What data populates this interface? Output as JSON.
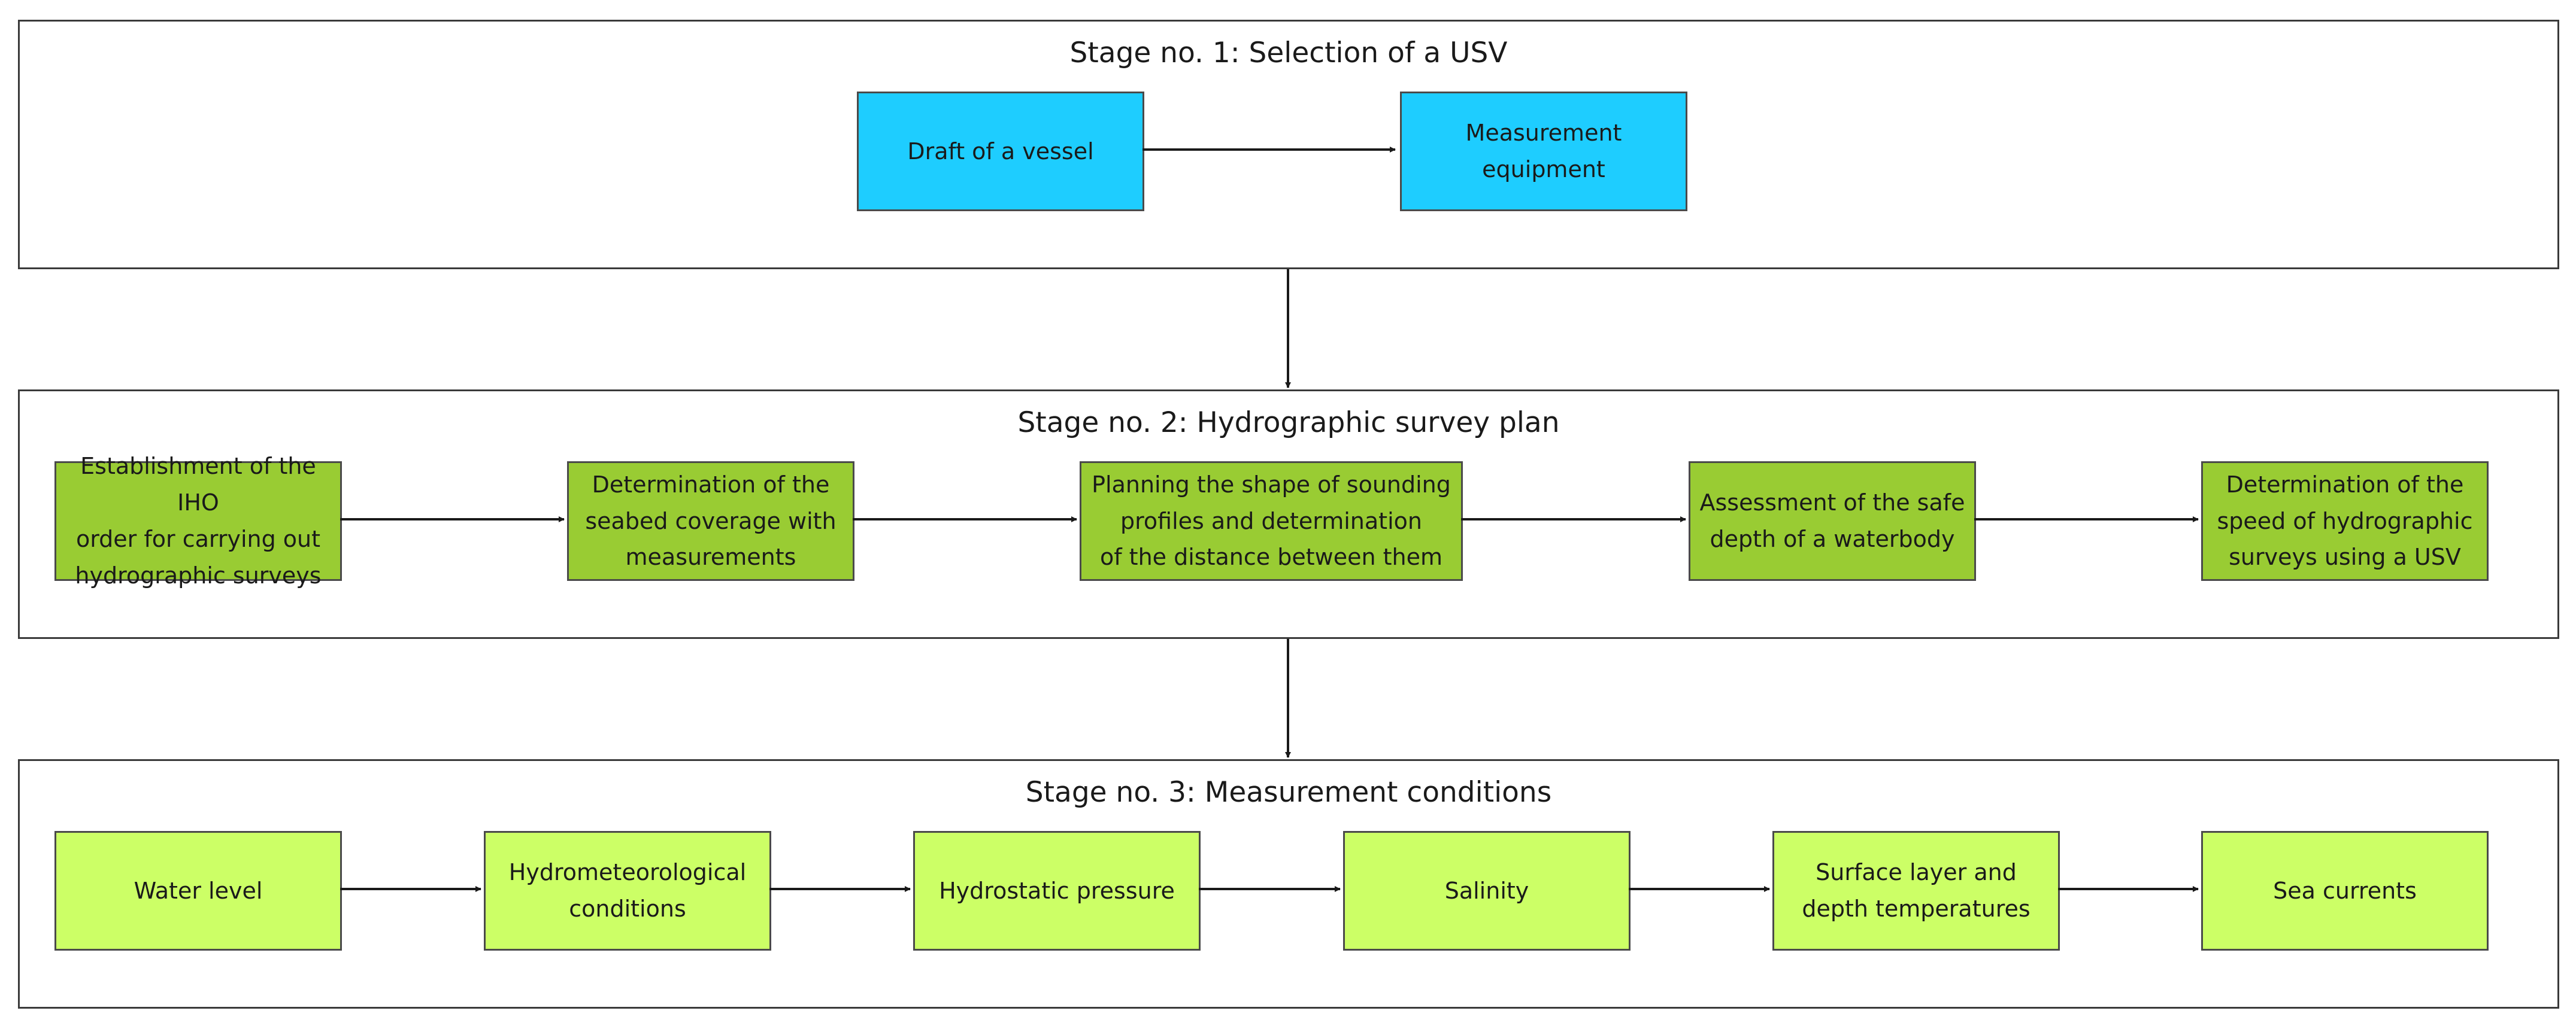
{
  "stages": [
    {
      "title": "Stage no. 1: Selection of a USV",
      "nodes": [
        {
          "label": "Draft of a vessel",
          "color": "#1ecdff"
        },
        {
          "label": "Measurement equipment",
          "color": "#1ecdff"
        }
      ]
    },
    {
      "title": "Stage no. 2: Hydrographic survey plan",
      "nodes": [
        {
          "label": "Establishment of the IHO\norder for carrying out\nhydrographic surveys",
          "color": "#99cc33"
        },
        {
          "label": "Determination of the\nseabed coverage with\nmeasurements",
          "color": "#99cc33"
        },
        {
          "label": "Planning the shape of sounding\nprofiles and determination\nof the distance between them",
          "color": "#99cc33"
        },
        {
          "label": "Assessment of the safe\ndepth of a waterbody",
          "color": "#99cc33"
        },
        {
          "label": "Determination of the\nspeed of hydrographic\nsurveys using a USV",
          "color": "#99cc33"
        }
      ]
    },
    {
      "title": "Stage no. 3: Measurement conditions",
      "nodes": [
        {
          "label": "Water level",
          "color": "#ccff66"
        },
        {
          "label": "Hydrometeorological\nconditions",
          "color": "#ccff66"
        },
        {
          "label": "Hydrostatic pressure",
          "color": "#ccff66"
        },
        {
          "label": "Salinity",
          "color": "#ccff66"
        },
        {
          "label": "Surface layer and\ndepth temperatures",
          "color": "#ccff66"
        },
        {
          "label": "Sea currents",
          "color": "#ccff66"
        }
      ]
    }
  ],
  "colors": {
    "border": "#3a3a3a",
    "arrow": "#1a1a1a",
    "stage1_node": "#1ecdff",
    "stage2_node": "#99cc33",
    "stage3_node": "#ccff66"
  }
}
